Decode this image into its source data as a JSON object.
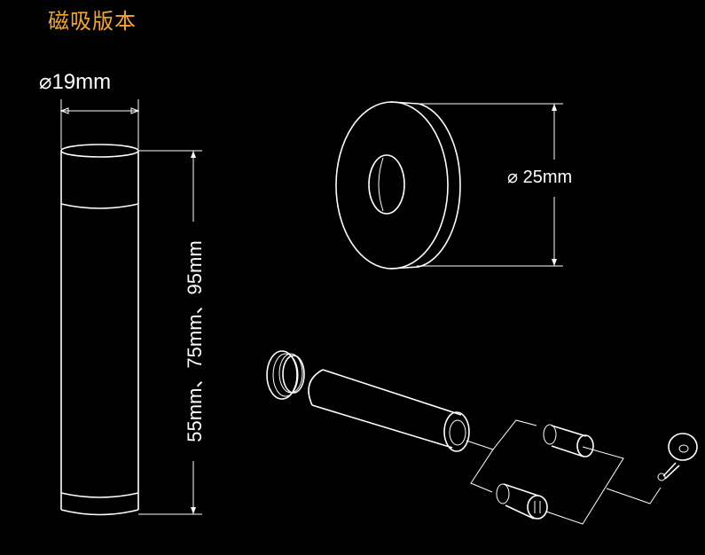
{
  "title": "磁吸版本",
  "accent_color": "#f4a62a",
  "tube": {
    "diameter_label": "19mm",
    "length_label": "55mm、75mm、95mm"
  },
  "disk": {
    "diameter_label": "25mm"
  },
  "diameter_symbol": "⌀"
}
